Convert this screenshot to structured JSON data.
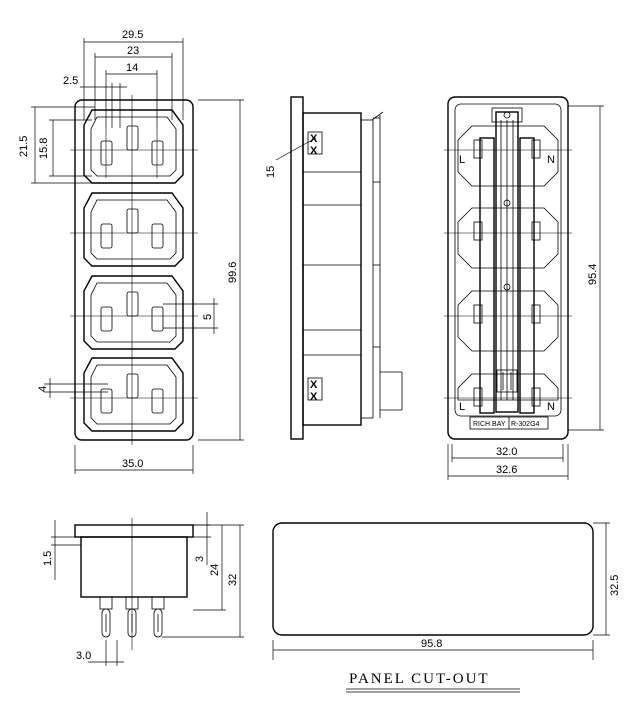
{
  "front_view": {
    "dims": {
      "w_outer": "29.5",
      "w_mid": "23",
      "w_inner": "14",
      "offset": "2.5",
      "h_outer": "21.5",
      "h_inner": "15.8",
      "pin_gap": "5",
      "pin_h": "4",
      "total_h": "99.6",
      "total_w": "35.0"
    }
  },
  "side_view": {
    "dims": {
      "flange": "15"
    },
    "marks": [
      "X",
      "X",
      "X",
      "X"
    ]
  },
  "back_view": {
    "labels": {
      "live": "L",
      "neutral": "N"
    },
    "brand": "RICH BAY",
    "model": "R-302G4",
    "dims": {
      "inner_w": "32.0",
      "outer_w": "32.6",
      "height": "95.4"
    }
  },
  "bottom_view": {
    "dims": {
      "step": "1.5",
      "top": "3",
      "mid": "24",
      "total": "32",
      "pin_pitch": "3.0"
    }
  },
  "cutout": {
    "title": "PANEL CUT-OUT",
    "dims": {
      "width": "95.8",
      "height": "32.5"
    }
  }
}
